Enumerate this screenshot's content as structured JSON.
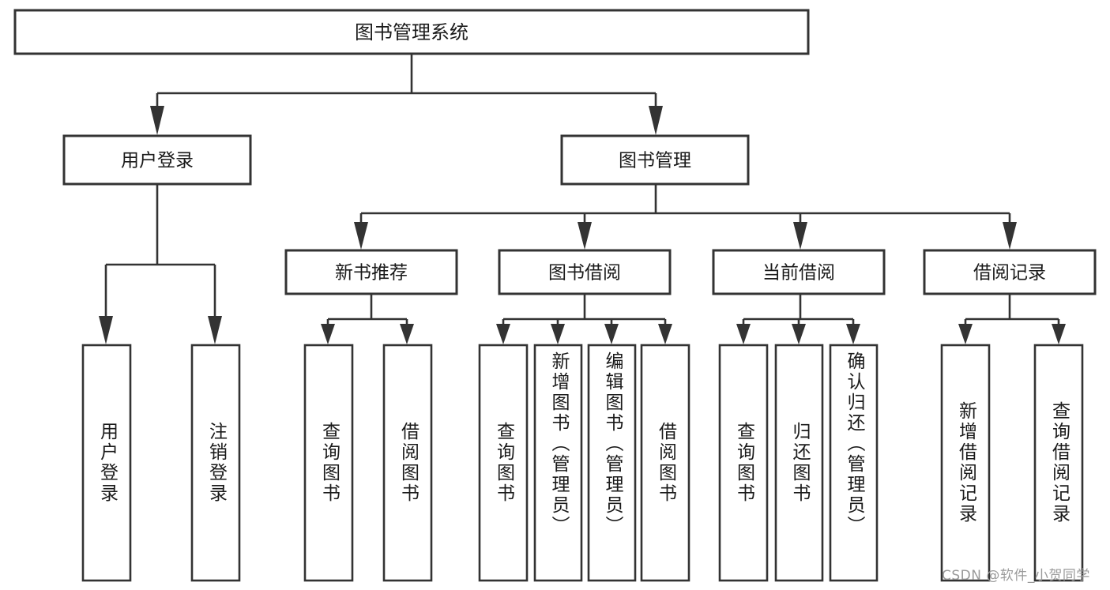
{
  "diagram": {
    "type": "tree-hierarchy",
    "title": "图书管理系统",
    "root": {
      "id": "root",
      "label": "图书管理系统"
    },
    "level2": [
      {
        "id": "user-login",
        "label": "用户登录"
      },
      {
        "id": "book-manage",
        "label": "图书管理"
      }
    ],
    "level3": [
      {
        "id": "new-book-recommend",
        "label": "新书推荐",
        "parent": "book-manage"
      },
      {
        "id": "book-borrow",
        "label": "图书借阅",
        "parent": "book-manage"
      },
      {
        "id": "current-borrow",
        "label": "当前借阅",
        "parent": "book-manage"
      },
      {
        "id": "borrow-record",
        "label": "借阅记录",
        "parent": "book-manage"
      }
    ],
    "leaves": [
      {
        "id": "leaf-user-login",
        "label": "用户登录",
        "parent": "user-login"
      },
      {
        "id": "leaf-logout",
        "label": "注销登录",
        "parent": "user-login"
      },
      {
        "id": "leaf-query-book-1",
        "label": "查询图书",
        "parent": "new-book-recommend"
      },
      {
        "id": "leaf-borrow-book-1",
        "label": "借阅图书",
        "parent": "new-book-recommend"
      },
      {
        "id": "leaf-query-book-2",
        "label": "查询图书",
        "parent": "book-borrow"
      },
      {
        "id": "leaf-add-book",
        "label": "新增图书（管理员）",
        "parent": "book-borrow"
      },
      {
        "id": "leaf-edit-book",
        "label": "编辑图书（管理员）",
        "parent": "book-borrow"
      },
      {
        "id": "leaf-borrow-book-2",
        "label": "借阅图书",
        "parent": "book-borrow"
      },
      {
        "id": "leaf-query-book-3",
        "label": "查询图书",
        "parent": "current-borrow"
      },
      {
        "id": "leaf-return-book",
        "label": "归还图书",
        "parent": "current-borrow"
      },
      {
        "id": "leaf-confirm-return",
        "label": "确认归还（管理员）",
        "parent": "current-borrow"
      },
      {
        "id": "leaf-add-record",
        "label": "新增借阅记录",
        "parent": "borrow-record"
      },
      {
        "id": "leaf-query-record",
        "label": "查询借阅记录",
        "parent": "borrow-record"
      }
    ]
  },
  "watermark": {
    "text": "CSDN @软件_小贺同学"
  },
  "colors": {
    "stroke": "#333333",
    "fill": "#ffffff",
    "text": "#1a1a1a",
    "watermark": "#9a9a9a"
  }
}
